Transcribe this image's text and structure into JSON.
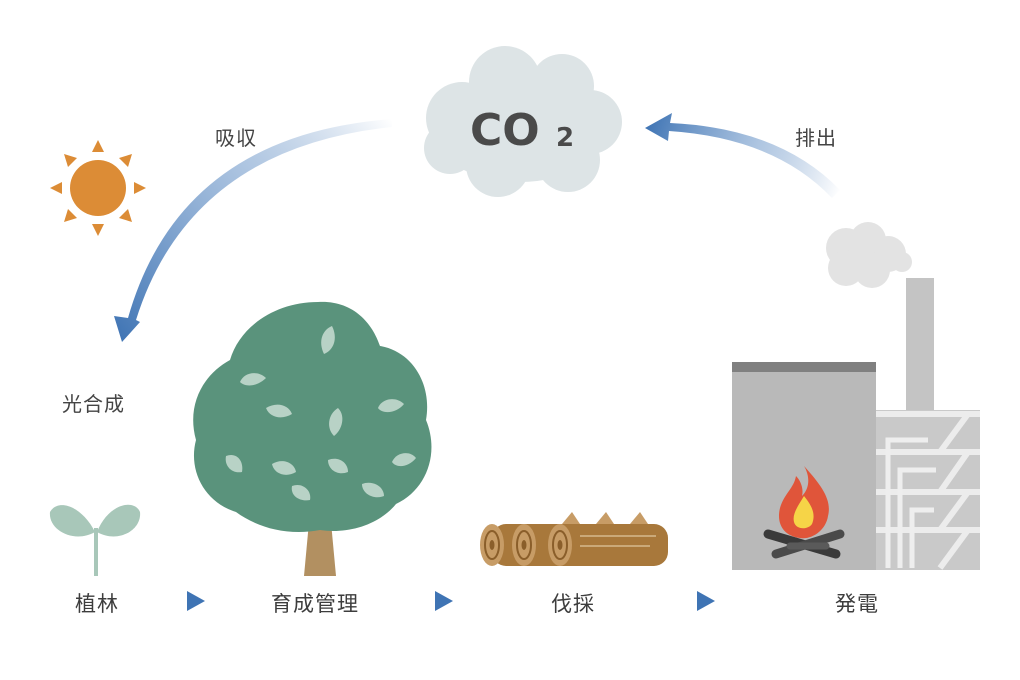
{
  "co2": {
    "c_o": "CO",
    "sub": "2"
  },
  "cycle": {
    "absorb": "吸収",
    "emit": "排出",
    "photosynthesis": "光合成"
  },
  "steps": [
    {
      "label": "植林"
    },
    {
      "label": "育成管理"
    },
    {
      "label": "伐採"
    },
    {
      "label": "発電"
    }
  ],
  "colors": {
    "sun": "#dc8c36",
    "tree": "#5a937c",
    "leaf_accent": "#b8d2c6",
    "sprout": "#a8c7b9",
    "trunk": "#b29061",
    "wood": "#a8783b",
    "cloud": "#dde4e6",
    "factory": "#b9b9b9",
    "arrow": "#3f74b4",
    "flame": "#e0553a"
  }
}
